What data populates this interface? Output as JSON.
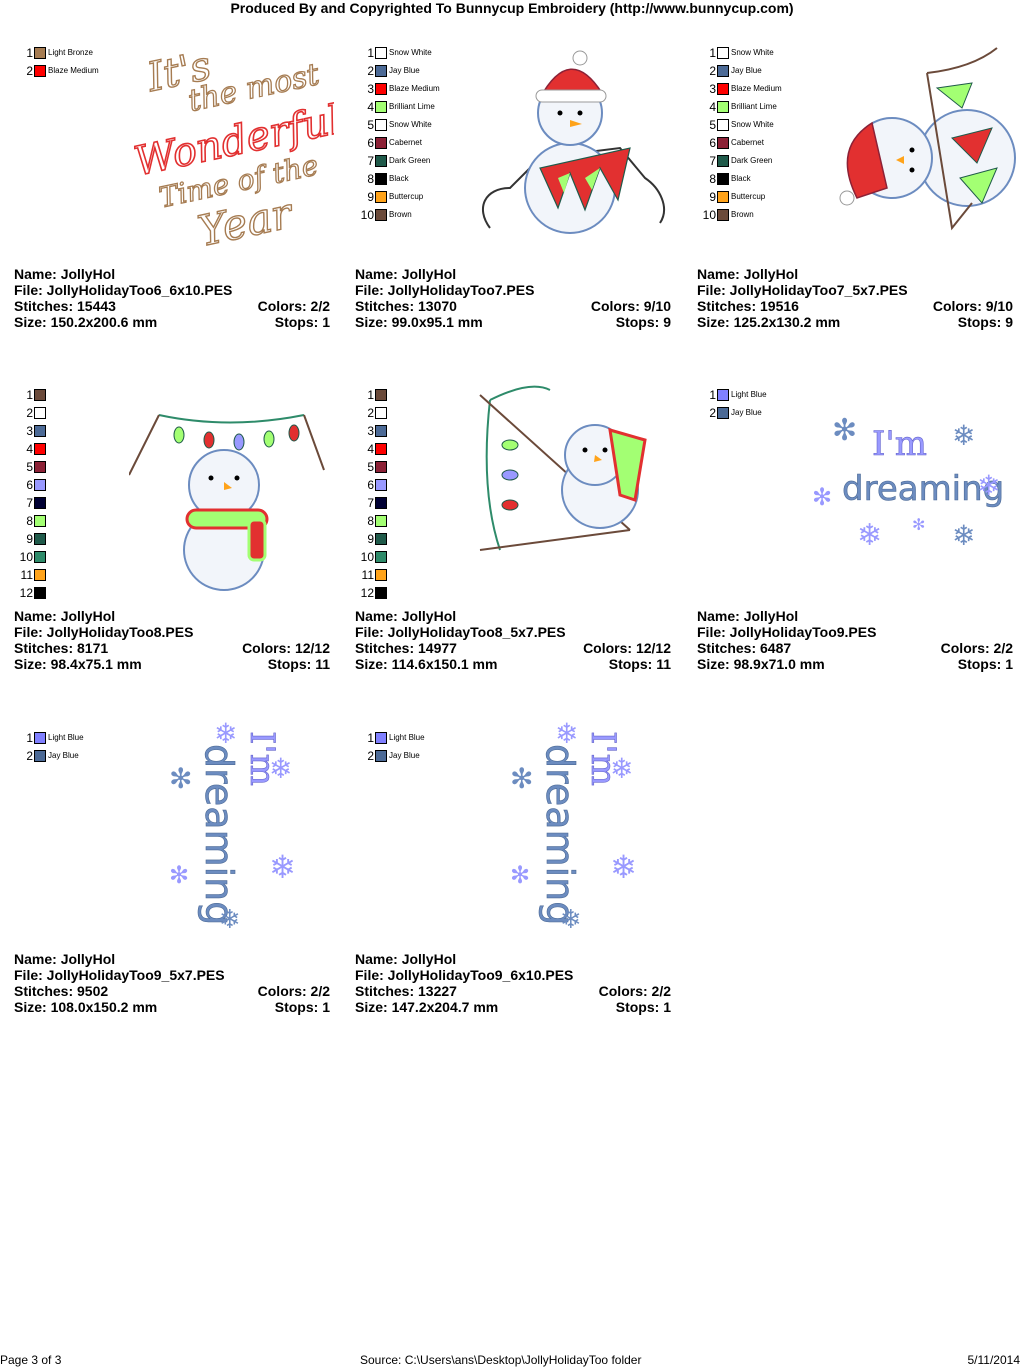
{
  "header": "Produced By and Copyrighted To Bunnycup Embroidery (http://www.bunnycup.com)",
  "labels": {
    "name": "Name:",
    "file": "File:",
    "stitches": "Stitches:",
    "size": "Size:",
    "colors": "Colors:",
    "stops": "Stops:"
  },
  "designs": [
    {
      "name": "JollyHol",
      "file": "JollyHolidayToo6_6x10.PES",
      "stitches": "15443",
      "colors": "2/2",
      "size": "150.2x200.6 mm",
      "stops": "1",
      "legend": [
        {
          "num": "1",
          "color": "#A67C52",
          "name": "Light Bronze"
        },
        {
          "num": "2",
          "color": "#FF0000",
          "name": "Blaze Medium"
        }
      ]
    },
    {
      "name": "JollyHol",
      "file": "JollyHolidayToo7.PES",
      "stitches": "13070",
      "colors": "9/10",
      "size": "99.0x95.1 mm",
      "stops": "9",
      "legend": [
        {
          "num": "1",
          "color": "#FFFFFF",
          "name": "Snow White"
        },
        {
          "num": "2",
          "color": "#4C6A96",
          "name": "Jay Blue"
        },
        {
          "num": "3",
          "color": "#FF0000",
          "name": "Blaze Medium"
        },
        {
          "num": "4",
          "color": "#A3FF73",
          "name": "Brilliant Lime"
        },
        {
          "num": "5",
          "color": "#FFFFFF",
          "name": "Snow White"
        },
        {
          "num": "6",
          "color": "#8C2136",
          "name": "Cabernet"
        },
        {
          "num": "7",
          "color": "#1F5A4A",
          "name": "Dark Green"
        },
        {
          "num": "8",
          "color": "#000000",
          "name": "Black"
        },
        {
          "num": "9",
          "color": "#FFA31A",
          "name": "Buttercup"
        },
        {
          "num": "10",
          "color": "#6B4A3A",
          "name": "Brown"
        }
      ]
    },
    {
      "name": "JollyHol",
      "file": "JollyHolidayToo7_5x7.PES",
      "stitches": "19516",
      "colors": "9/10",
      "size": "125.2x130.2 mm",
      "stops": "9",
      "legend": [
        {
          "num": "1",
          "color": "#FFFFFF",
          "name": "Snow White"
        },
        {
          "num": "2",
          "color": "#4C6A96",
          "name": "Jay Blue"
        },
        {
          "num": "3",
          "color": "#FF0000",
          "name": "Blaze Medium"
        },
        {
          "num": "4",
          "color": "#A3FF73",
          "name": "Brilliant Lime"
        },
        {
          "num": "5",
          "color": "#FFFFFF",
          "name": "Snow White"
        },
        {
          "num": "6",
          "color": "#8C2136",
          "name": "Cabernet"
        },
        {
          "num": "7",
          "color": "#1F5A4A",
          "name": "Dark Green"
        },
        {
          "num": "8",
          "color": "#000000",
          "name": "Black"
        },
        {
          "num": "9",
          "color": "#FFA31A",
          "name": "Buttercup"
        },
        {
          "num": "10",
          "color": "#6B4A3A",
          "name": "Brown"
        }
      ]
    },
    {
      "name": "JollyHol",
      "file": "JollyHolidayToo8.PES",
      "stitches": "8171",
      "colors": "12/12",
      "size": "98.4x75.1 mm",
      "stops": "11",
      "legend": [
        {
          "num": "1",
          "color": "#6B4A3A",
          "name": ""
        },
        {
          "num": "2",
          "color": "#FFFFFF",
          "name": ""
        },
        {
          "num": "3",
          "color": "#4C6A96",
          "name": ""
        },
        {
          "num": "4",
          "color": "#FF0000",
          "name": ""
        },
        {
          "num": "5",
          "color": "#8C2136",
          "name": ""
        },
        {
          "num": "6",
          "color": "#9999FF",
          "name": ""
        },
        {
          "num": "7",
          "color": "#000033",
          "name": ""
        },
        {
          "num": "8",
          "color": "#A3FF73",
          "name": ""
        },
        {
          "num": "9",
          "color": "#1F5A4A",
          "name": ""
        },
        {
          "num": "10",
          "color": "#2E8B6A",
          "name": ""
        },
        {
          "num": "11",
          "color": "#FFA31A",
          "name": ""
        },
        {
          "num": "12",
          "color": "#000000",
          "name": ""
        }
      ]
    },
    {
      "name": "JollyHol",
      "file": "JollyHolidayToo8_5x7.PES",
      "stitches": "14977",
      "colors": "12/12",
      "size": "114.6x150.1 mm",
      "stops": "11",
      "legend": [
        {
          "num": "1",
          "color": "#6B4A3A",
          "name": ""
        },
        {
          "num": "2",
          "color": "#FFFFFF",
          "name": ""
        },
        {
          "num": "3",
          "color": "#4C6A96",
          "name": ""
        },
        {
          "num": "4",
          "color": "#FF0000",
          "name": ""
        },
        {
          "num": "5",
          "color": "#8C2136",
          "name": ""
        },
        {
          "num": "6",
          "color": "#9999FF",
          "name": ""
        },
        {
          "num": "7",
          "color": "#000033",
          "name": ""
        },
        {
          "num": "8",
          "color": "#A3FF73",
          "name": ""
        },
        {
          "num": "9",
          "color": "#1F5A4A",
          "name": ""
        },
        {
          "num": "10",
          "color": "#2E8B6A",
          "name": ""
        },
        {
          "num": "11",
          "color": "#FFA31A",
          "name": ""
        },
        {
          "num": "12",
          "color": "#000000",
          "name": ""
        }
      ]
    },
    {
      "name": "JollyHol",
      "file": "JollyHolidayToo9.PES",
      "stitches": "6487",
      "colors": "2/2",
      "size": "98.9x71.0 mm",
      "stops": "1",
      "legend": [
        {
          "num": "1",
          "color": "#8080FF",
          "name": "Light Blue"
        },
        {
          "num": "2",
          "color": "#4C6A96",
          "name": "Jay Blue"
        }
      ]
    },
    {
      "name": "JollyHol",
      "file": "JollyHolidayToo9_5x7.PES",
      "stitches": "9502",
      "colors": "2/2",
      "size": "108.0x150.2 mm",
      "stops": "1",
      "legend": [
        {
          "num": "1",
          "color": "#8080FF",
          "name": "Light Blue"
        },
        {
          "num": "2",
          "color": "#4C6A96",
          "name": "Jay Blue"
        }
      ]
    },
    {
      "name": "JollyHol",
      "file": "JollyHolidayToo9_6x10.PES",
      "stitches": "13227",
      "colors": "2/2",
      "size": "147.2x204.7 mm",
      "stops": "1",
      "legend": [
        {
          "num": "1",
          "color": "#8080FF",
          "name": "Light Blue"
        },
        {
          "num": "2",
          "color": "#4C6A96",
          "name": "Jay Blue"
        }
      ]
    }
  ],
  "art_text": {
    "wonderful": [
      "It's",
      "the most",
      "Wonderful",
      "Time of the",
      "Year"
    ],
    "dreaming": [
      "I'm",
      "dreaming"
    ]
  },
  "footer": {
    "page": "Page 3 of 3",
    "source": "Source: C:\\Users\\ans\\Desktop\\JollyHolidayToo folder",
    "date": "5/11/2014"
  }
}
